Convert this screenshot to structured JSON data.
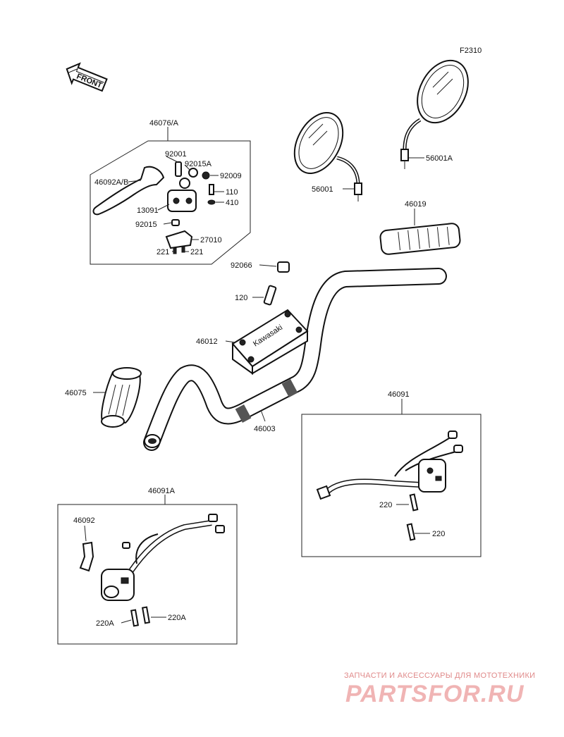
{
  "figure_code": "F2310",
  "front_label": "FRONT",
  "parts": {
    "p46076A": "46076/A",
    "p92001": "92001",
    "p92015A": "92015A",
    "p92009": "92009",
    "p46092AB": "46092A/B",
    "p110": "110",
    "p410": "410",
    "p13091": "13091",
    "p92015": "92015",
    "p27010": "27010",
    "p221a": "221",
    "p221b": "221",
    "p56001": "56001",
    "p56001A": "56001A",
    "p46019": "46019",
    "p92066": "92066",
    "p120": "120",
    "p46012": "46012",
    "p46075": "46075",
    "p46003": "46003",
    "p46091": "46091",
    "p220a": "220",
    "p220b": "220",
    "p46091A": "46091A",
    "p46092": "46092",
    "p220Aa": "220A",
    "p220Ab": "220A"
  },
  "clamp_brand": "Kawasaki",
  "watermark": {
    "line1": "ЗАПЧАСТИ И АКСЕССУАРЫ ДЛЯ МОТОТЕХНИКИ",
    "line2": "PARTSFOR.RU"
  }
}
